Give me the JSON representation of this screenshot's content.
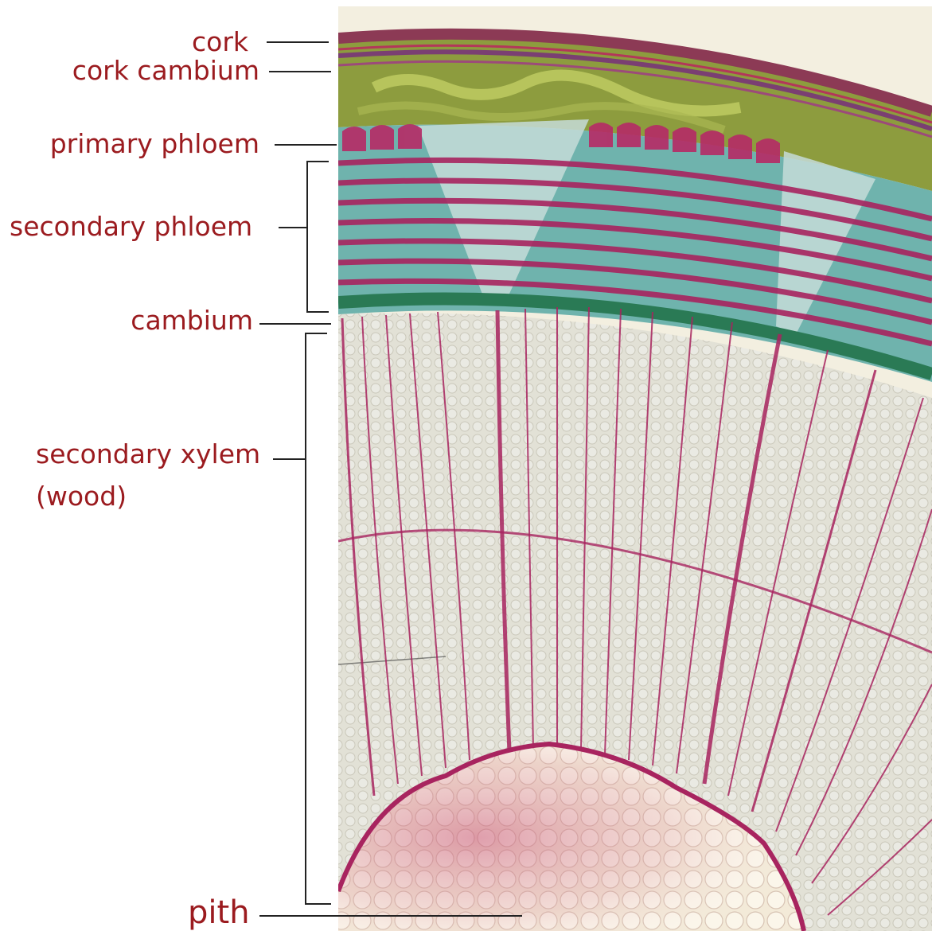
{
  "labels": {
    "cork": "cork",
    "cork_cambium": "cork cambium",
    "primary_phloem": "primary phloem",
    "secondary_phloem": "secondary phloem",
    "cambium": "cambium",
    "secondary_xylem_line1": "secondary xylem",
    "secondary_xylem_line2": "(wood)",
    "pith": "pith"
  },
  "colors": {
    "label_text": "#9b1b1f",
    "stain_magenta": "#a8245f",
    "phloem_teal": "#4fa3a0",
    "cambium_green": "#2a7a55",
    "cortex_olive": "#8a9a3a",
    "background_cream": "#f3efe0"
  }
}
